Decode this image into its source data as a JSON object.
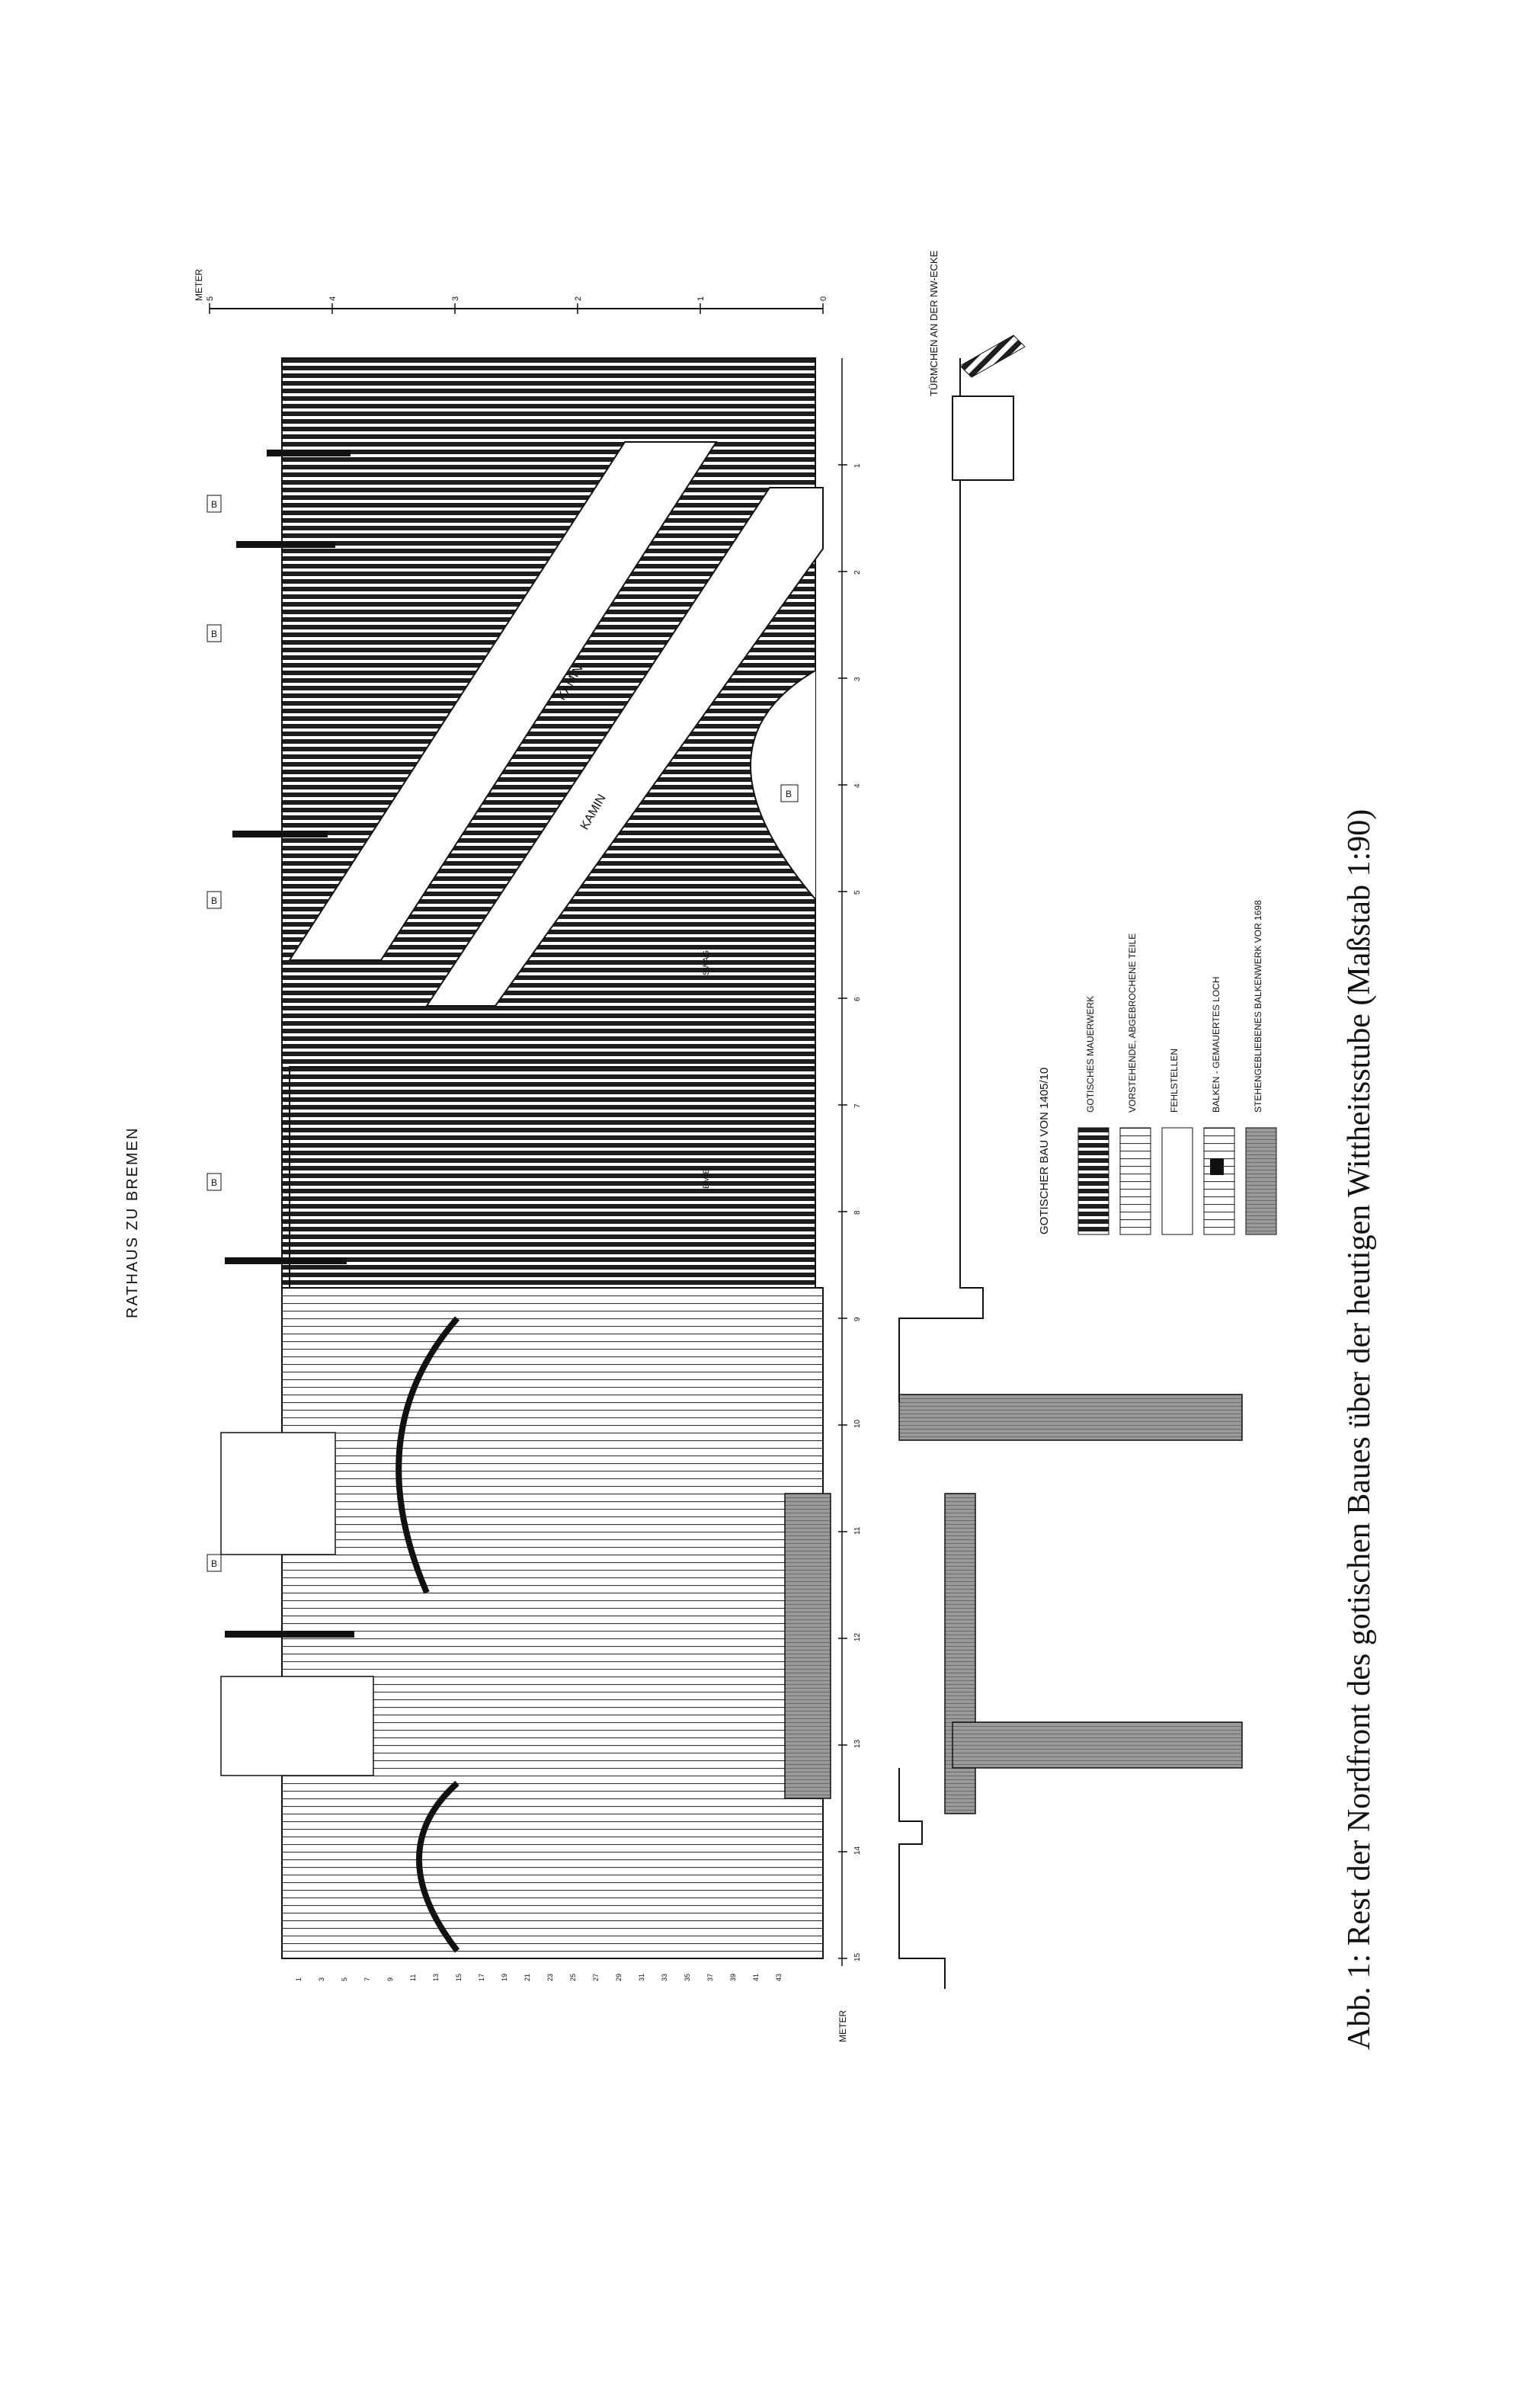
{
  "drawing": {
    "title": "RATHAUS ZU BREMEN",
    "meter_label": "METER",
    "kamin_label": "KAMIN",
    "swag_label": "SWAG",
    "emie_label": "EMIE",
    "beam_label": "B",
    "scale_top_ticks": [
      "0",
      "1",
      "2",
      "3",
      "4",
      "5"
    ],
    "scale_side_ticks": [
      "1",
      "2",
      "3",
      "4",
      "5",
      "6",
      "7",
      "8",
      "9",
      "10",
      "11",
      "12",
      "13",
      "14",
      "15"
    ],
    "course_numbers": [
      "1",
      "3",
      "5",
      "7",
      "9",
      "11",
      "13",
      "15",
      "17",
      "19",
      "21",
      "23",
      "25",
      "27",
      "29",
      "31",
      "33",
      "35",
      "37",
      "39",
      "41",
      "43"
    ],
    "corner_tower_label": "TÜRMCHEN AN DER NW-ECKE"
  },
  "legend": {
    "title": "GOTISCHER BAU VON 1405/10",
    "items": [
      {
        "label": "GOTISCHES MAUERWERK",
        "pattern": "dark-stripes"
      },
      {
        "label": "VORSTEHENDE, ABGEBROCHENE TEILE",
        "pattern": "light-stripes"
      },
      {
        "label": "FEHLSTELLEN",
        "pattern": "blank"
      },
      {
        "label": "BALKEN - GEMAUERTES LOCH",
        "pattern": "beam"
      },
      {
        "label": "STEHENGEBLIEBENES BALKENWERK VOR 1698",
        "pattern": "grey"
      }
    ]
  },
  "caption": "Abb. 1:  Rest der Nordfront des gotischen Baues über der heutigen Wittheitsstube (Maßstab 1:90)",
  "colors": {
    "ink": "#1a1a1a",
    "paper": "#ffffff",
    "grey_fill": "#8a8a8a"
  }
}
